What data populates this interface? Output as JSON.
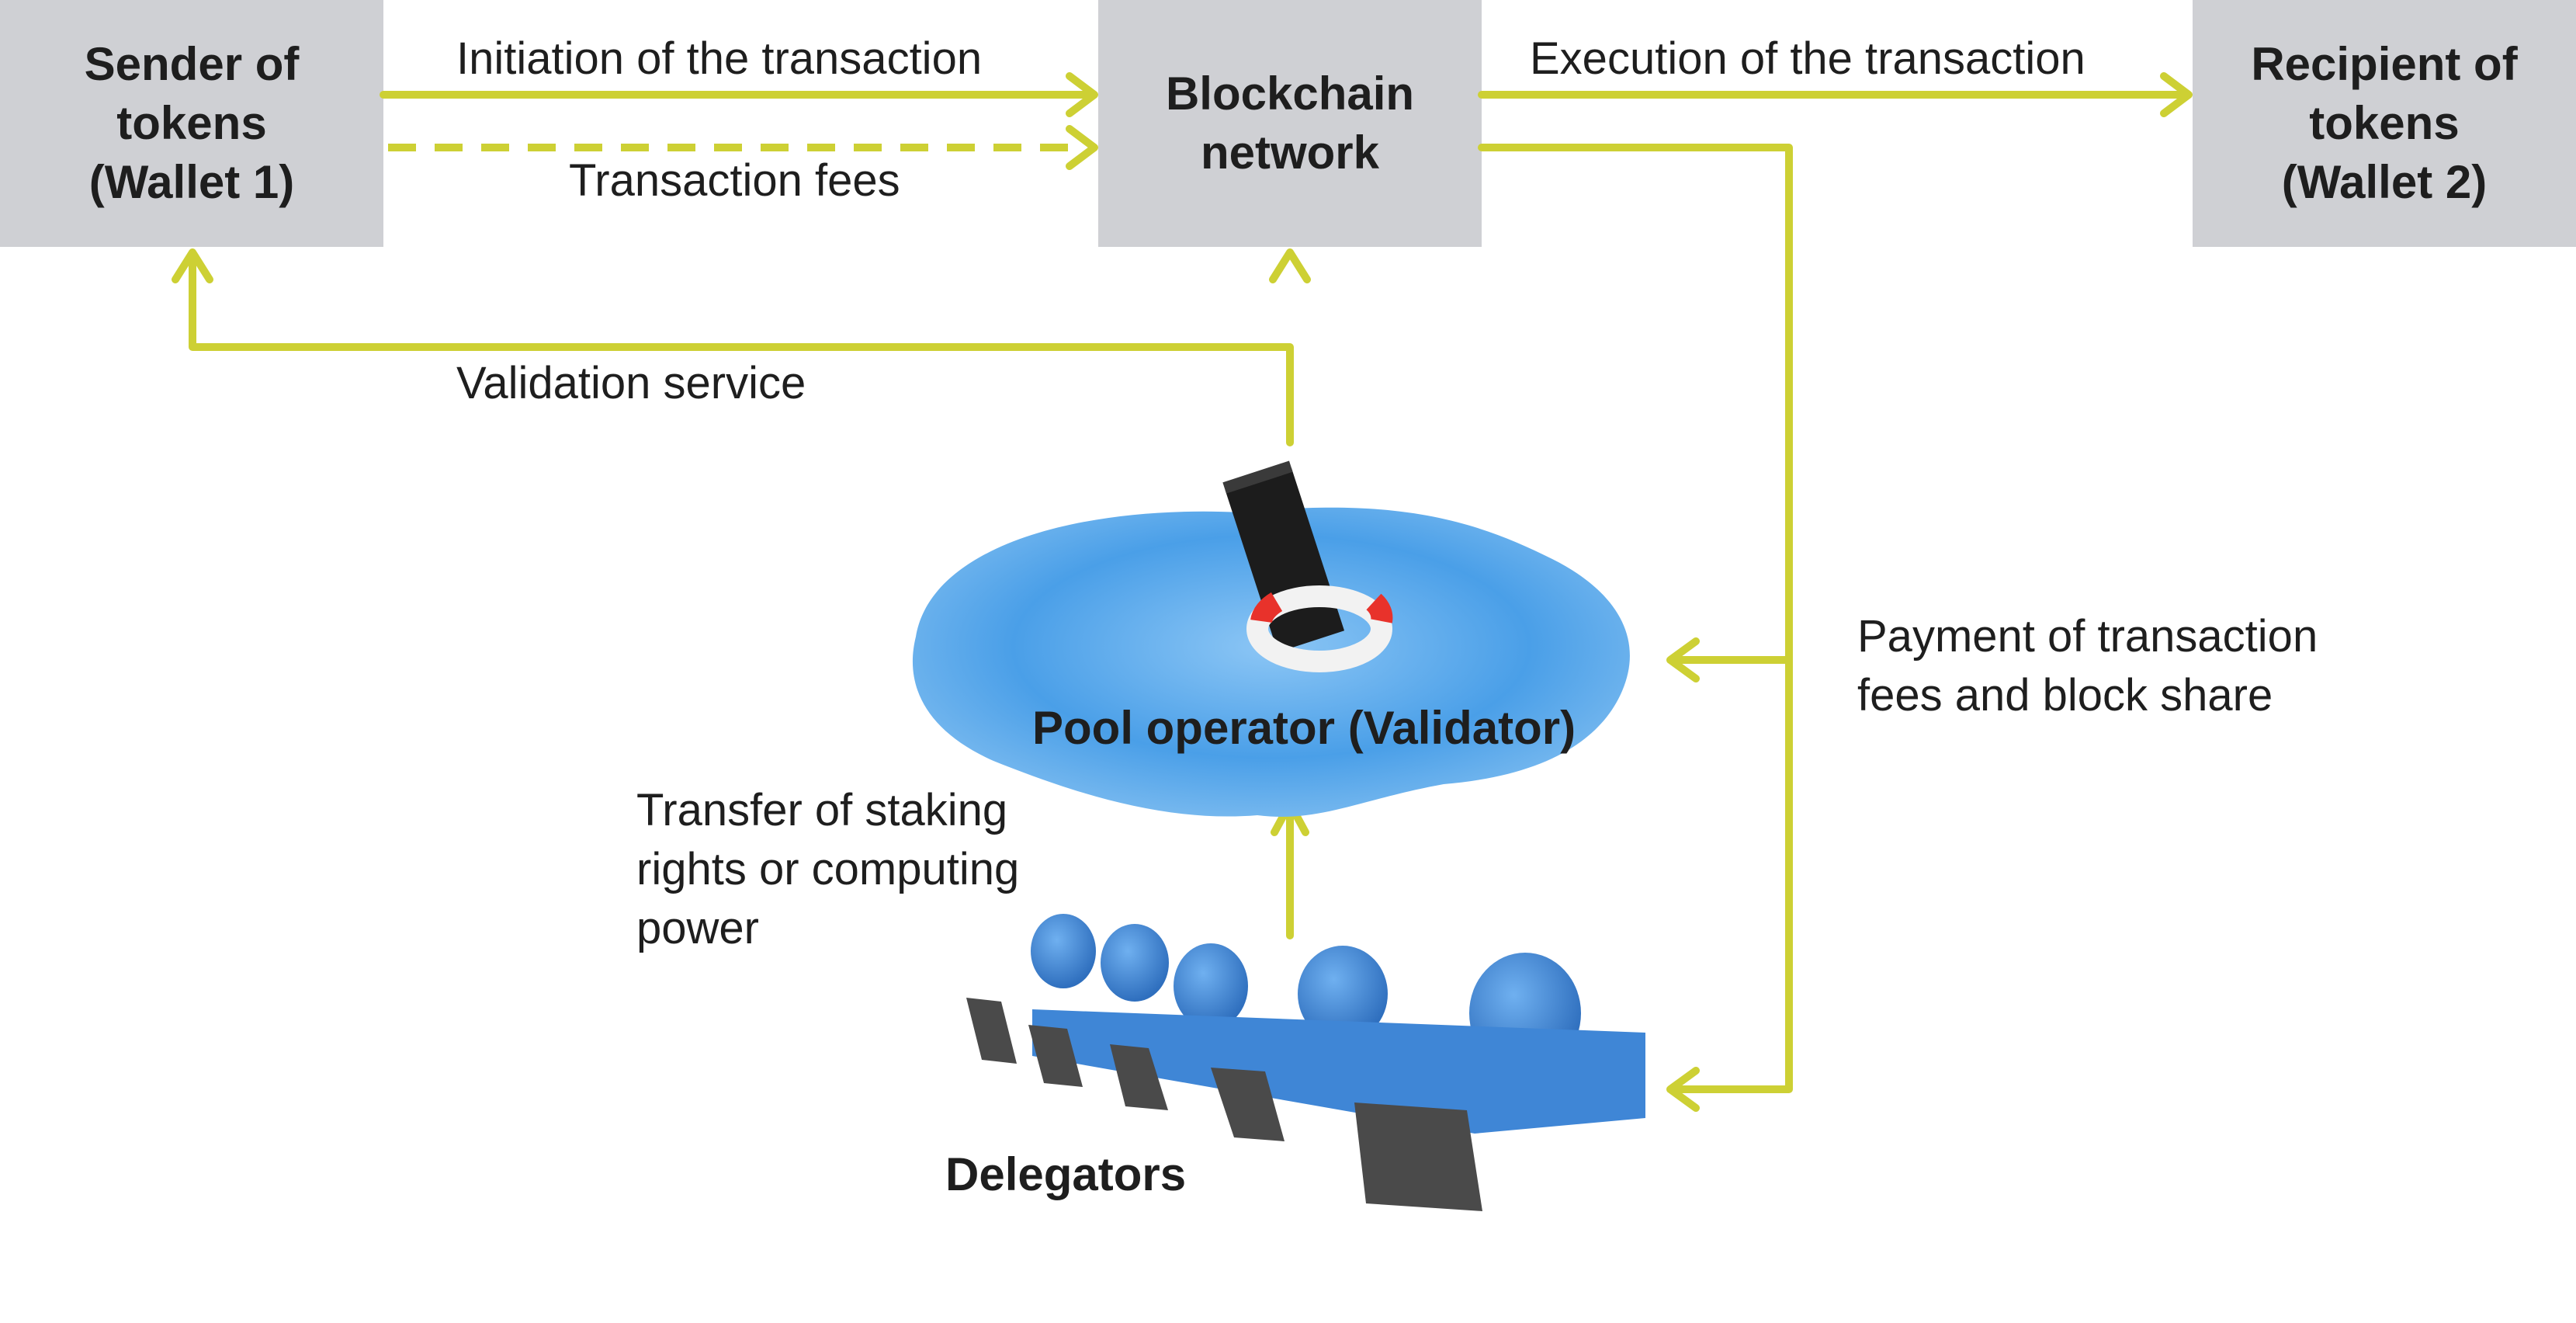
{
  "nodes": {
    "sender": "Sender of\ntokens\n(Wallet 1)",
    "blockchain": "Blockchain\nnetwork",
    "recipient": "Recipient of\ntokens\n(Wallet 2)",
    "pool_operator": "Pool operator (Validator)",
    "delegators": "Delegators"
  },
  "edges": {
    "initiation": "Initiation of the transaction",
    "fees": "Transaction fees",
    "execution": "Execution of the transaction",
    "validation": "Validation service",
    "payment": "Payment of transaction\nfees and block share",
    "transfer": "Transfer of staking\nrights or computing\npower"
  },
  "colors": {
    "arrow": "#cdd034",
    "box": "#cfd0d4",
    "pool": "#4a9fe8",
    "figures": "#3f86d6"
  }
}
